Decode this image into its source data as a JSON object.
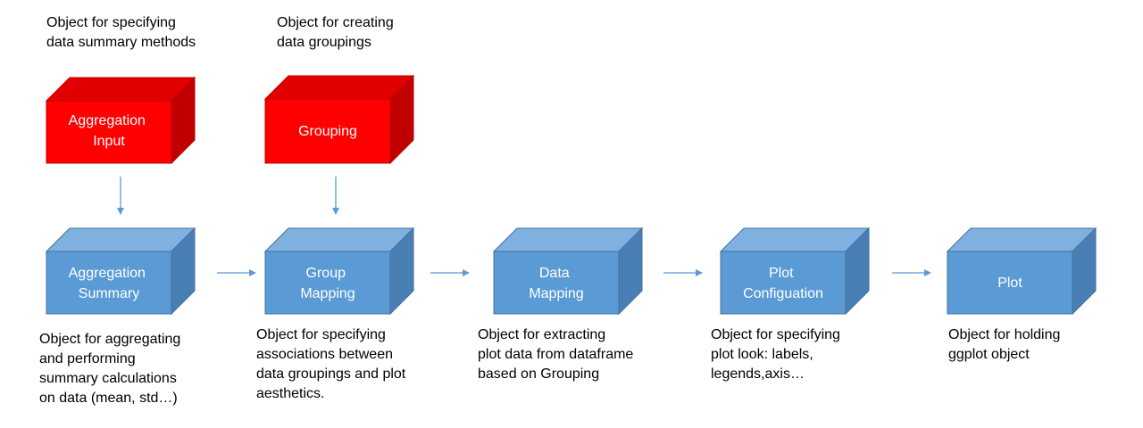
{
  "colors": {
    "red_front": "#ff0000",
    "red_top": "#e00000",
    "red_side": "#c00000",
    "red_edge": "#c00000",
    "blue_front": "#5b9bd5",
    "blue_top": "#7eb0e0",
    "blue_side": "#4a7fb5",
    "blue_edge": "#41719c",
    "arrow": "#5b9bd5",
    "label": "#ffffff"
  },
  "boxes": {
    "aggregation_input": {
      "lines": [
        "Aggregation",
        "Input"
      ],
      "description": "Object for specifying\ndata summary methods"
    },
    "grouping": {
      "lines": [
        "Grouping"
      ],
      "description": "Object for creating\ndata groupings"
    },
    "aggregation_summary": {
      "lines": [
        "Aggregation",
        "Summary"
      ],
      "description": "Object for aggregating\nand performing\nsummary calculations\non data (mean, std…)"
    },
    "group_mapping": {
      "lines": [
        "Group",
        "Mapping"
      ],
      "description": "Object for specifying\nassociations between\ndata groupings and plot\naesthetics."
    },
    "data_mapping": {
      "lines": [
        "Data",
        "Mapping"
      ],
      "description": "Object for extracting\nplot data from dataframe\nbased on Grouping"
    },
    "plot_configuration": {
      "lines": [
        "Plot",
        "Configuation"
      ],
      "description": "Object for specifying\nplot look: labels,\nlegends,axis…"
    },
    "plot": {
      "lines": [
        "Plot"
      ],
      "description": "Object for holding\nggplot object"
    }
  }
}
